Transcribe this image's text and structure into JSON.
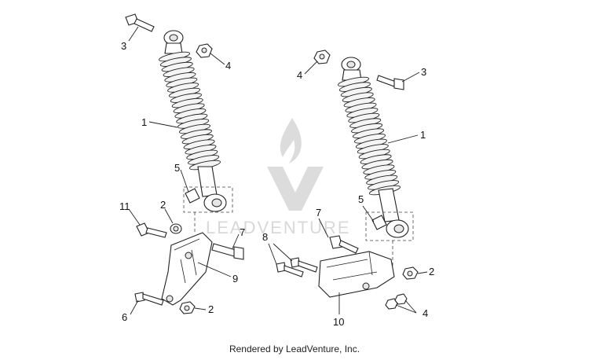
{
  "diagram": {
    "callouts": {
      "c3_left": "3",
      "c4_left": "4",
      "c1_left": "1",
      "c5_left": "5",
      "c11": "11",
      "c2_left_top": "2",
      "c7_left": "7",
      "c9": "9",
      "c6": "6",
      "c2_left_bottom": "2",
      "c4_right_top": "4",
      "c3_right": "3",
      "c1_right": "1",
      "c5_right": "5",
      "c7_right": "7",
      "c8": "8",
      "c2_right": "2",
      "c4_right_bottom": "4",
      "c10": "10"
    },
    "watermark_text": "LEADVENTURE",
    "footer": "Rendered by LeadVenture, Inc."
  }
}
